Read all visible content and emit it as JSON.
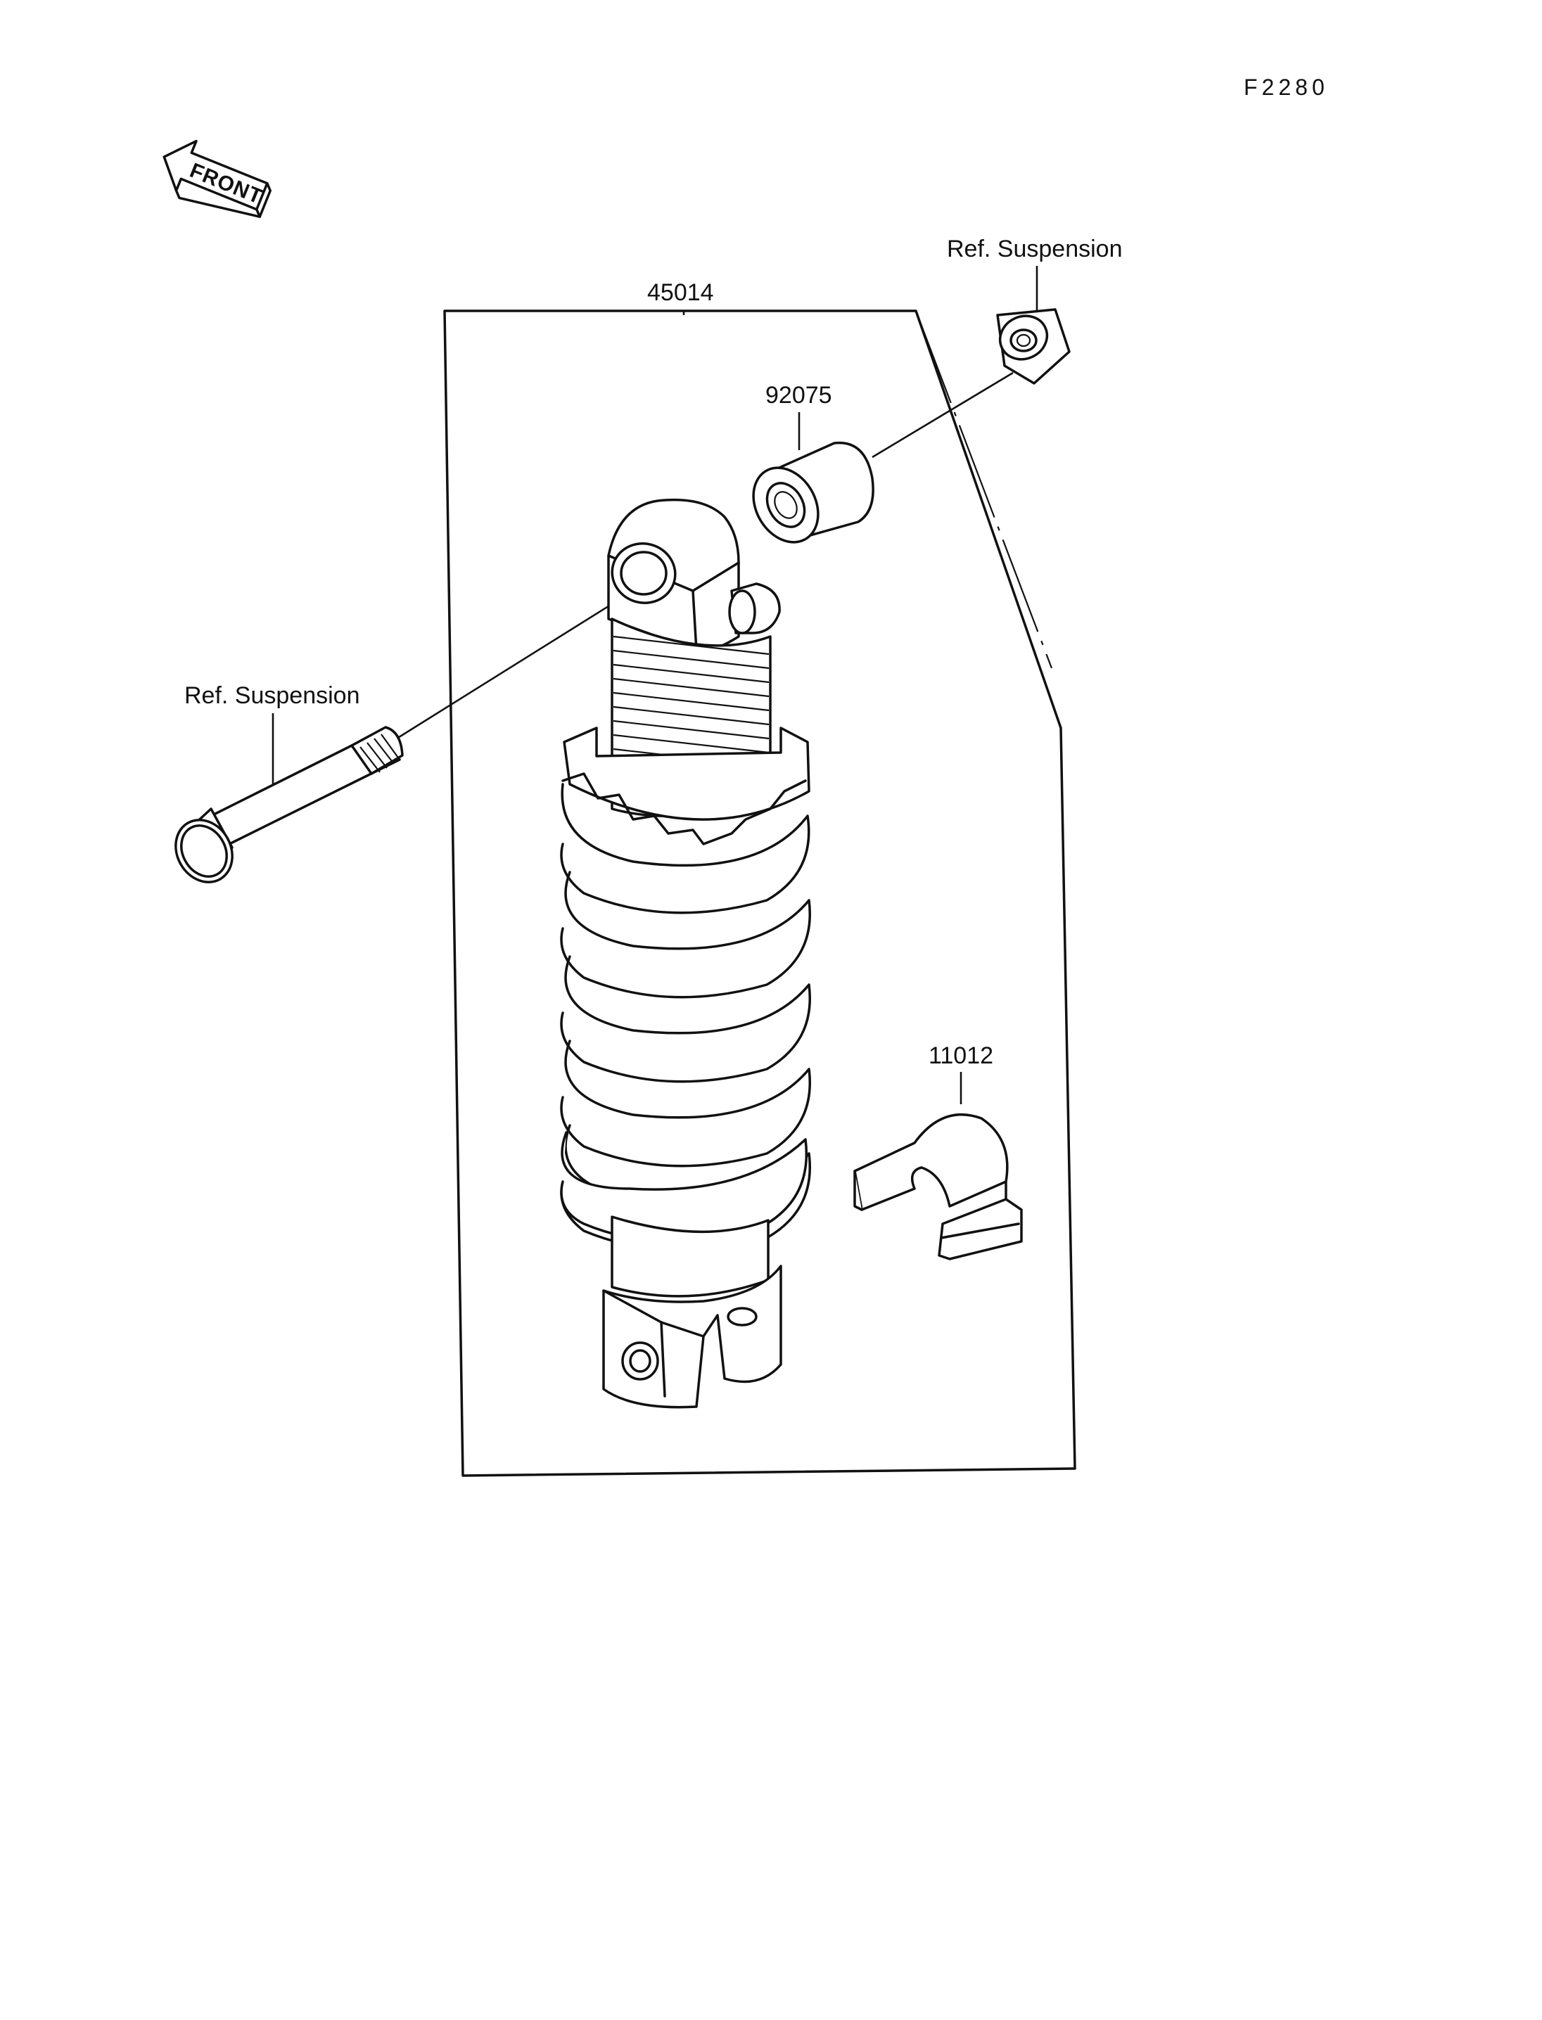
{
  "diagram": {
    "figure_code": "F2280",
    "front_arrow_text": "FRONT",
    "labels": {
      "shock_assembly": "45014",
      "collar": "92075",
      "clamp": "11012",
      "ref_top": "Ref. Suspension",
      "ref_left": "Ref. Suspension"
    }
  }
}
